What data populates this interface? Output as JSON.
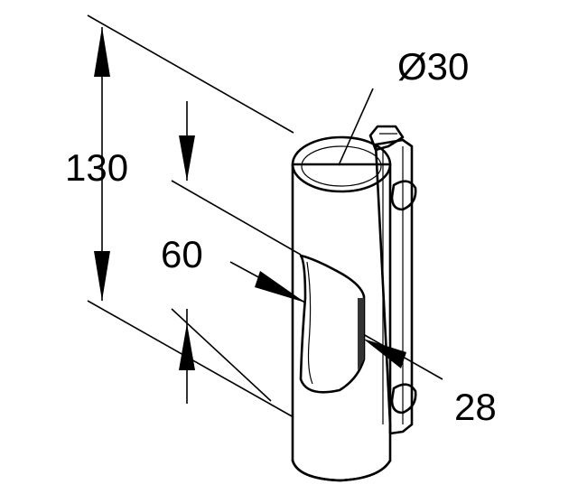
{
  "dimensions": {
    "height_total": "130",
    "slot_length": "60",
    "diameter": "Ø30",
    "slot_width": "28"
  },
  "colors": {
    "line": "#000000",
    "background": "#ffffff",
    "pipe_light": "#f4f4f4",
    "pipe_mid": "#e2e2e2",
    "pipe_shadow": "#9c9c9c"
  }
}
